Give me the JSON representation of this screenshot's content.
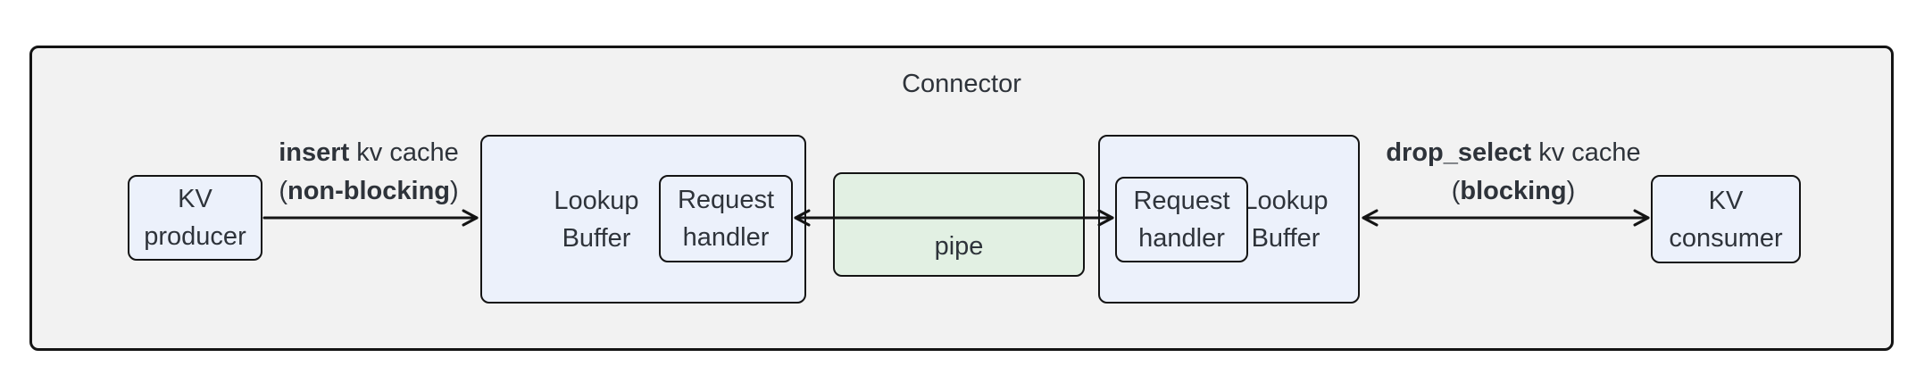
{
  "diagram": {
    "title": "Connector",
    "nodes": {
      "kv_producer": {
        "lines": [
          "KV",
          "producer"
        ]
      },
      "lookup_buffer_left": {
        "lines": [
          "Lookup",
          "Buffer"
        ]
      },
      "request_handler_left": {
        "lines": [
          "Request",
          "handler"
        ]
      },
      "pipe": {
        "label": "pipe"
      },
      "request_handler_right": {
        "lines": [
          "Request",
          "handler"
        ]
      },
      "lookup_buffer_right": {
        "lines": [
          "Lookup",
          "Buffer"
        ]
      },
      "kv_consumer": {
        "lines": [
          "KV",
          "consumer"
        ]
      }
    },
    "edges": {
      "insert": {
        "verb": "insert",
        "suffix": " kv cache",
        "paren_open": "(",
        "mode": "non-blocking",
        "paren_close": ")"
      },
      "drop_select": {
        "verb": "drop_select",
        "suffix": " kv cache",
        "paren_open": "(",
        "mode": "blocking",
        "paren_close": ")"
      }
    },
    "colors": {
      "node_fill": "#ECF1FB",
      "pipe_fill": "#E2F0E3",
      "container_fill": "#F2F2F2",
      "border": "#141414",
      "text": "#2E333A"
    }
  }
}
